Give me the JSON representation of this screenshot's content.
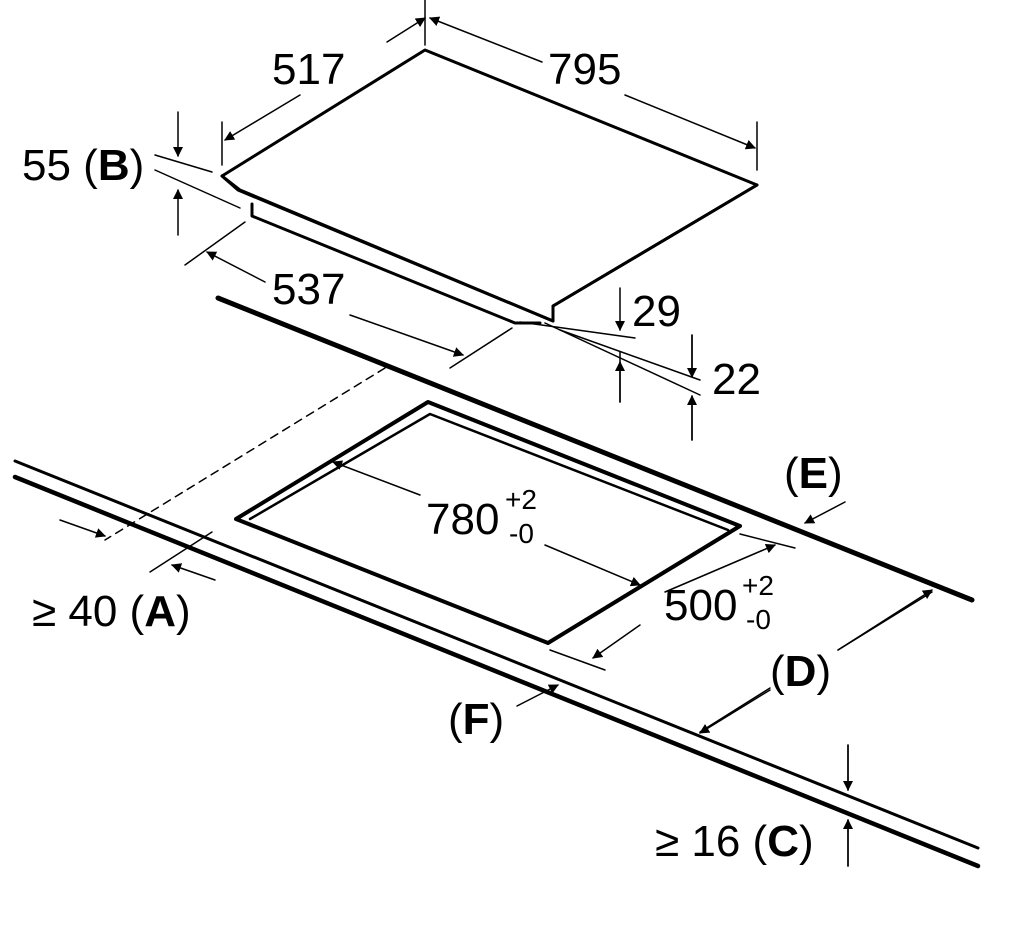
{
  "dimensions": {
    "width": "795",
    "depth": "517",
    "height_top": "55",
    "height_top_ref": "B",
    "underside_depth": "537",
    "underside_height": "29",
    "worktop_clearance": "22",
    "cutout_width": "780",
    "cutout_width_tol_plus": "+2",
    "cutout_width_tol_minus": "-0",
    "cutout_depth": "500",
    "cutout_depth_tol_plus": "+2",
    "cutout_depth_tol_minus": "-0",
    "min_front_distance": "≥ 40",
    "min_front_ref": "A",
    "min_worktop_thickness": "≥ 16",
    "min_worktop_ref": "C",
    "ref_d": "D",
    "ref_e": "E",
    "ref_f": "F"
  },
  "colors": {
    "line": "#000000",
    "background": "#ffffff"
  }
}
